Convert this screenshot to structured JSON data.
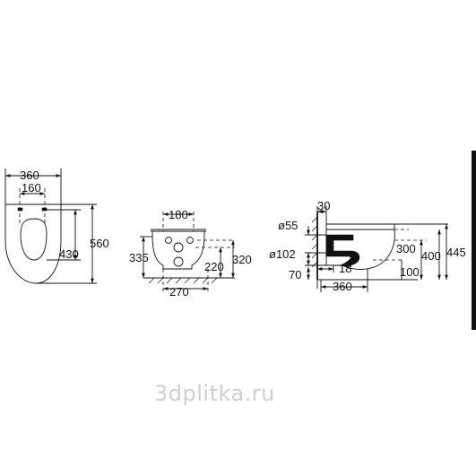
{
  "views": {
    "top_view": {
      "dim_width_outer": "360",
      "dim_width_inner": "160",
      "dim_length_inner": "430",
      "dim_length_outer": "560"
    },
    "front_view": {
      "dim_top_width": "180",
      "dim_mount_height": "335",
      "dim_inlet_height": "220",
      "dim_total_height": "320",
      "dim_base_width": "270"
    },
    "side_view": {
      "dim_top_offset": "30",
      "dim_pipe_small": "ø55",
      "dim_pipe_large": "ø102",
      "dim_floor_gap": "70",
      "dim_outlet_height": "300",
      "dim_mid_height": "400",
      "dim_rim_height": "445",
      "dim_bottom_offset": "100",
      "dim_wall_offset": "18",
      "dim_depth": "360"
    }
  },
  "watermark": "3dplitka.ru"
}
